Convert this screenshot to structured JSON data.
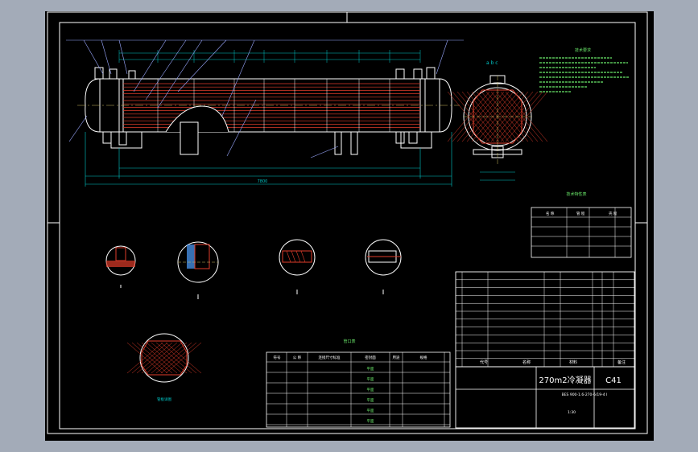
{
  "title_block": {
    "drawing_title": "270m2冷凝器",
    "drawing_code": "C41",
    "standard": "BES 900-1.6-270-6/19-4 I",
    "headers": [
      "代号",
      "名称",
      "材料",
      "备注"
    ],
    "scale": "1:30"
  },
  "tech_requirements": {
    "title": "技术要求"
  },
  "tech_table": {
    "title": "技术特性表",
    "header": [
      "名 称",
      "管 程",
      "壳 程"
    ]
  },
  "nozzle_table": {
    "title": "管口表",
    "headers": [
      "符号",
      "公 称",
      "连接尺寸标准",
      "密封面",
      "用途",
      "规格"
    ],
    "surface_label": "平面"
  },
  "drawing_labels": {
    "section_a": "a b c",
    "detail_view": "管板详图",
    "dim_total": "7800"
  },
  "colors": {
    "background": "#000000",
    "border": "#ffffff",
    "tubes": "#e03c2a",
    "hatch": "#e03c2a",
    "dimension": "#00c8c8",
    "notes": "#6ae86a",
    "leader": "#9aa8ff",
    "accent": "#d0c060"
  }
}
